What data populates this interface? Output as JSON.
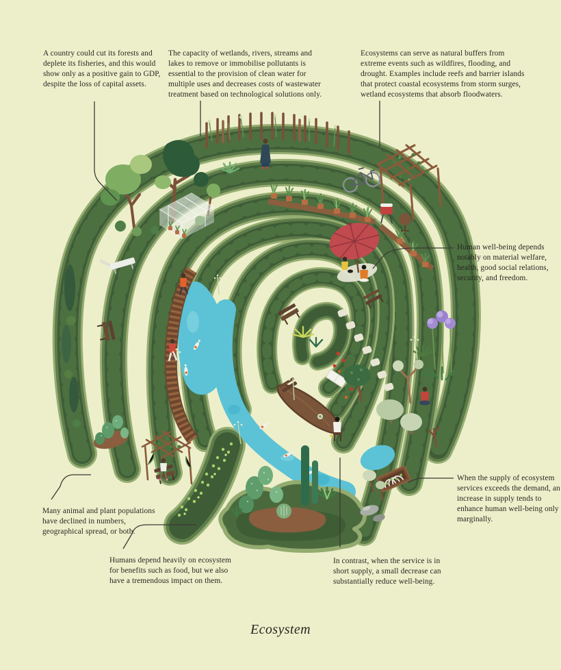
{
  "title": "Ecosystem",
  "annotations": [
    {
      "id": "gdp",
      "text": "A country could cut its forests and deplete its fisheries, and this would show only as a positive gain to GDP, despite the loss of capital assets."
    },
    {
      "id": "wetlands",
      "text": "The capacity of wetlands, rivers, streams and lakes to remove or immobilise pollutants is essential to the provision of clean water for multiple uses and decreases costs of wastewater treatment based on technological solutions only."
    },
    {
      "id": "buffers",
      "text": "Ecosystems can serve as natural buffers from extreme events such as wildfires, flooding, and drought. Examples include reefs and barrier islands that protect coastal ecosystems from storm surges, wetland ecosystems that absorb floodwaters."
    },
    {
      "id": "wellbeing",
      "text": "Human well-being depends notably on material welfare, health, good social relations, security, and freedom."
    },
    {
      "id": "supply",
      "text": "When the supply of ecosystem services exceeds the demand, an increase in supply tends to enhance human well-being only marginally."
    },
    {
      "id": "populations",
      "text": "Many animal and plant populations have declined in numbers, geographical spread, or both."
    },
    {
      "id": "humans",
      "text": "Humans depend heavily on ecosystem for benefits such as food, but we also have a tremendous impact on them."
    },
    {
      "id": "short_supply",
      "text": "In contrast, when the service is in short supply, a small decrease can substantially reduce well-being."
    }
  ],
  "scene": {
    "description_elements": [
      "fingerprint-garden-ridges",
      "pond-with-koi",
      "stream",
      "boardwalk-path",
      "greenhouse",
      "garden-fence",
      "trellis-with-vines",
      "bicycle",
      "barbecue-grill",
      "potted-plants",
      "red-umbrella-picnic",
      "benches",
      "long-dining-table",
      "stepping-stones",
      "allium-flowers",
      "cactus-island",
      "vegetable-rows",
      "cold-frame-bed",
      "pergola",
      "rocks",
      "cypress-trees",
      "walking-people",
      "sitting-people"
    ]
  },
  "palette": {
    "background": "#edefcb",
    "ink": "#262720",
    "leader_line": "#3a3a33",
    "ridge_edge": "#96ad72",
    "ridge_mid": "#5e7d4a",
    "ridge_dark": "#3e5d37",
    "ridge_moss": "#4f7243",
    "water": "#5cc2d6",
    "wood": "#8a5a3a",
    "wood_dark": "#5d4030",
    "terracotta": "#b96c42",
    "accent_red": "#c04a4e",
    "accent_orange": "#e2622b",
    "accent_yellow": "#e8c23c",
    "purple": "#9b82cf"
  }
}
